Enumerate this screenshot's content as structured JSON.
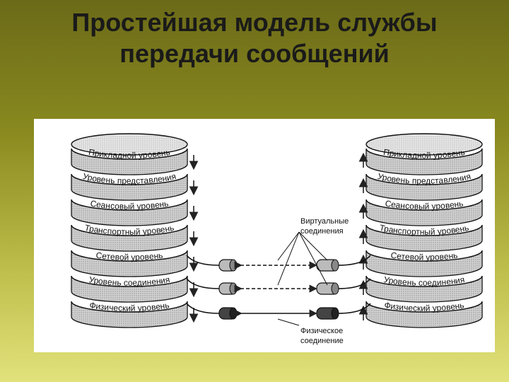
{
  "slide": {
    "title_line1": "Простейшая модель службы",
    "title_line2": "передачи сообщений"
  },
  "diagram": {
    "layers": [
      "Прикладной уровень",
      "Уровень представления",
      "Сеансовый уровень",
      "Транспортный уровень",
      "Сетевой уровень",
      "Уровень соединения",
      "Физический уровень"
    ],
    "virtual_label_line1": "Виртуальные",
    "virtual_label_line2": "соединения",
    "physical_label_line1": "Физическое",
    "physical_label_line2": "соединение",
    "left_arrow_direction": "down",
    "right_arrow_direction": "up"
  }
}
